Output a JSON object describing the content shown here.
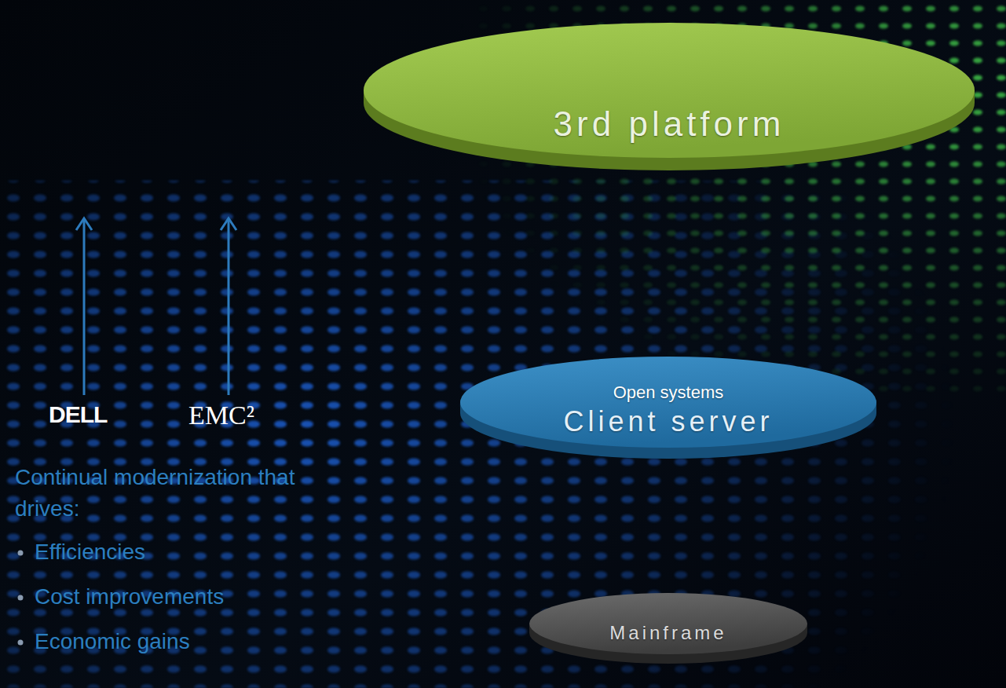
{
  "diagram": {
    "nodes": [
      {
        "text": [
          "3rd platform"
        ]
      },
      {
        "text": [
          "Open systems",
          "Client server"
        ]
      },
      {
        "text": [
          "Mainframe"
        ]
      }
    ],
    "labels": [
      "DELL",
      "EMC²",
      "Continual modernization that drives:",
      "Efficiencies",
      "Cost improvements",
      "Economic gains"
    ]
  }
}
